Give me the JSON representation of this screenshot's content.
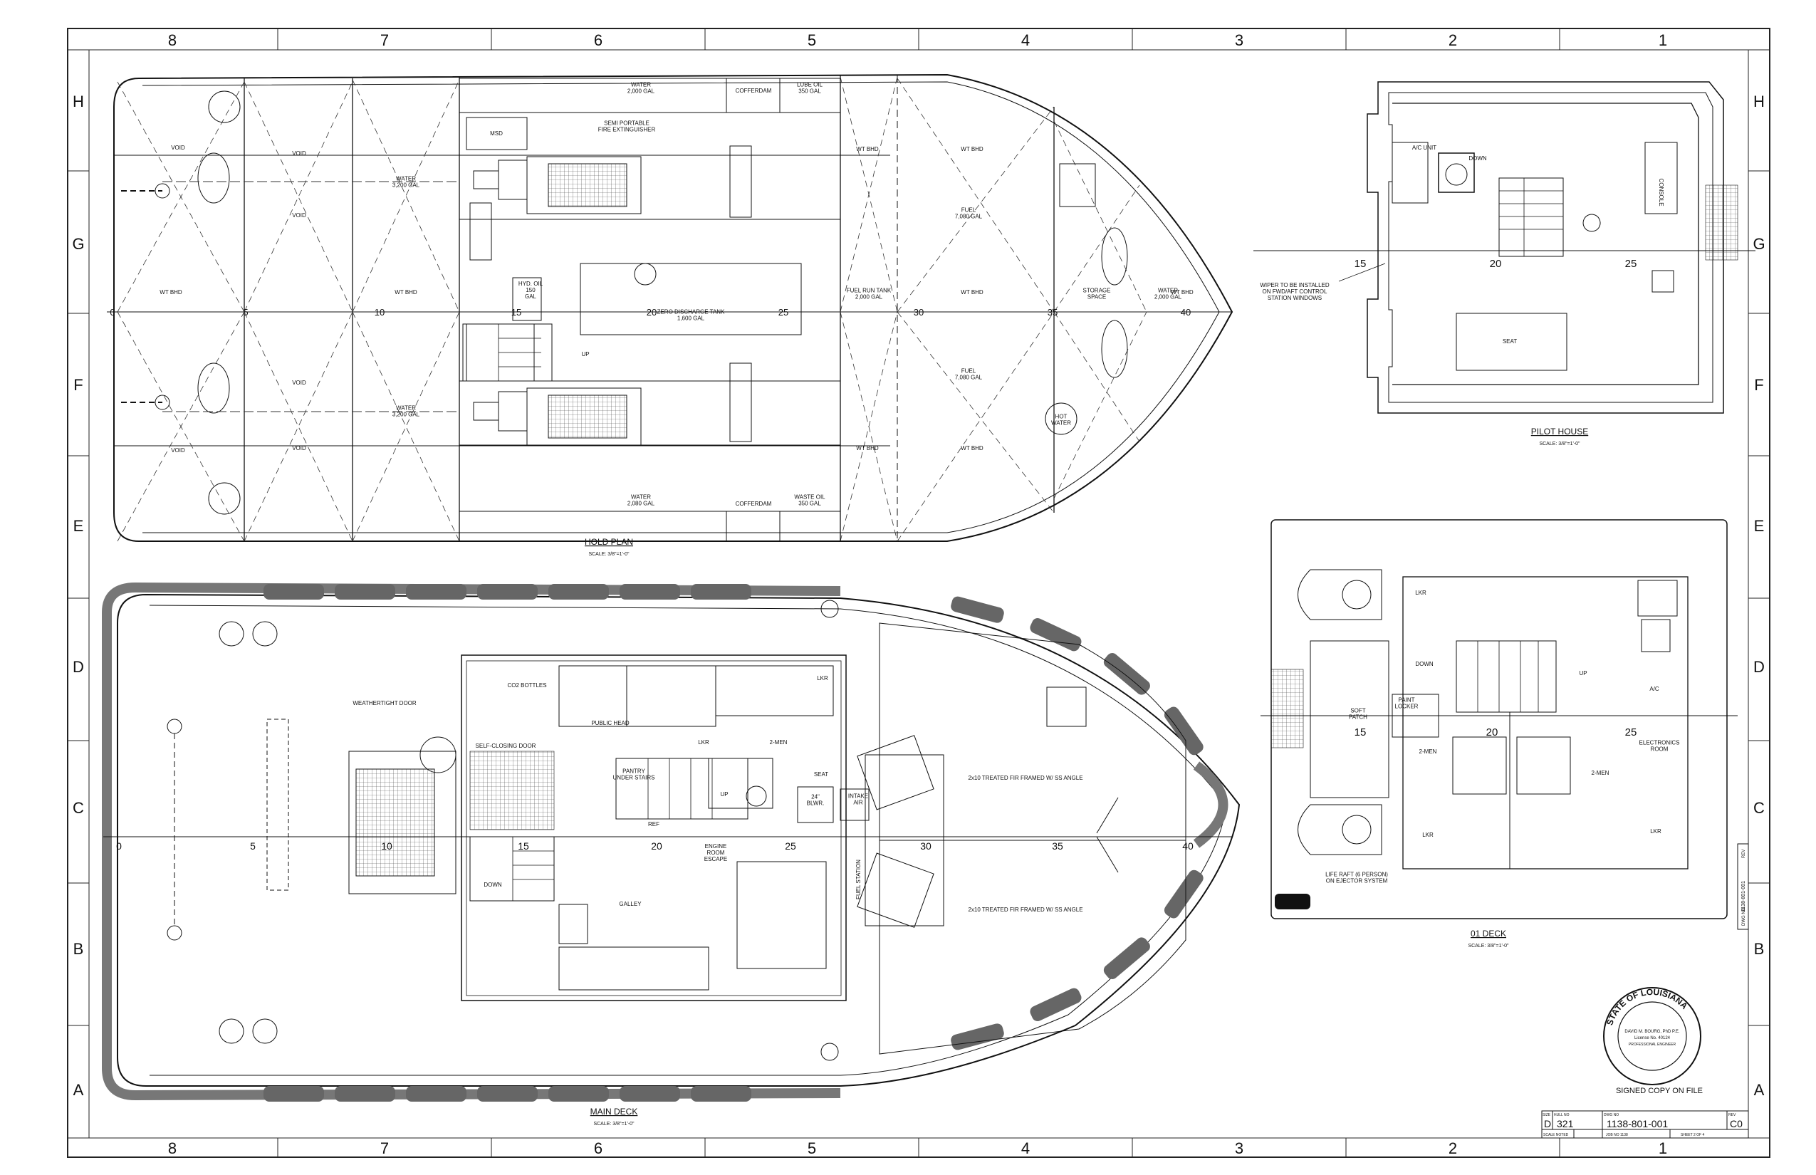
{
  "sheet": {
    "columns": [
      "8",
      "7",
      "6",
      "5",
      "4",
      "3",
      "2",
      "1"
    ],
    "rows": [
      "H",
      "G",
      "F",
      "E",
      "D",
      "C",
      "B",
      "A"
    ]
  },
  "views": {
    "hold_plan": {
      "title": "HOLD PLAN",
      "scale": "SCALE: 3/8\"=1'-0\"",
      "frames": [
        "0",
        "5",
        "10",
        "15",
        "20",
        "25",
        "30",
        "35",
        "40"
      ],
      "labels": {
        "water_2000_top": "WATER\n2,000 GAL",
        "cofferdam_top": "COFFERDAM",
        "lube_oil": "LUBE OIL\n350 GAL",
        "semi_portable": "SEMI PORTABLE\nFIRE EXTINGUISHER",
        "msd": "MSD",
        "void_top": "VOID",
        "void_mid_top": "VOID",
        "void_upper": "VOID",
        "void_lower": "VOID",
        "void_mid_bottom": "VOID",
        "void_bottom": "VOID",
        "water_3200_top": "WATER\n3,200 GAL",
        "water_3200_bottom": "WATER\n3,200 GAL",
        "hyd_oil": "HYD. OIL\n150\nGAL",
        "zero_discharge": "ZERO DISCHARGE TANK\n1,600 GAL",
        "up": "UP",
        "fuel_run_tank": "FUEL RUN TANK\n2,000 GAL",
        "fuel_top": "FUEL\n7,080 GAL",
        "fuel_bottom": "FUEL\n7,080 GAL",
        "storage_space": "STORAGE\nSPACE",
        "water_2000_bow": "WATER\n2,000 GAL",
        "hot_water": "HOT\nWATER",
        "water_2000_bottom": "WATER\n2,080 GAL",
        "cofferdam_bottom": "COFFERDAM",
        "waste_oil": "WASTE OIL\n350 GAL",
        "wt_bhd": "WT BHD"
      }
    },
    "pilot_house": {
      "title": "PILOT HOUSE",
      "scale": "SCALE: 3/8\"=1'-0\"",
      "frames": [
        "15",
        "20",
        "25"
      ],
      "labels": {
        "ac_unit": "A/C UNIT",
        "down": "DOWN",
        "console": "CONSOLE",
        "seat": "SEAT",
        "wiper_note": "WIPER TO BE INSTALLED\nON FWD/AFT CONTROL\nSTATION WINDOWS"
      }
    },
    "o1_deck": {
      "title": "01 DECK",
      "scale": "SCALE: 3/8\"=1'-0\"",
      "frames": [
        "15",
        "20",
        "25"
      ],
      "labels": {
        "lkr": "LKR",
        "down": "DOWN",
        "up": "UP",
        "ac": "A/C",
        "paint_locker": "PAINT\nLOCKER",
        "soft_patch": "SOFT\nPATCH",
        "two_men": "2-MEN",
        "electronics_room": "ELECTRONICS\nROOM",
        "life_raft": "LIFE RAFT (6 PERSON)\nON EJECTOR SYSTEM"
      }
    },
    "main_deck": {
      "title": "MAIN DECK",
      "scale": "SCALE: 3/8\"=1'-0\"",
      "frames": [
        "0",
        "5",
        "10",
        "15",
        "20",
        "25",
        "30",
        "35",
        "40"
      ],
      "labels": {
        "weathertight_door": "WEATHERTIGHT DOOR",
        "self_closing_door": "SELF-CLOSING DOOR",
        "co2_bottles": "CO2 BOTTLES",
        "public_head": "PUBLIC HEAD",
        "lkr": "LKR",
        "two_men": "2-MEN",
        "seat": "SEAT",
        "pantry": "PANTRY\nUNDER STAIRS",
        "up": "UP",
        "ref": "REF",
        "blwr": "24\"\nBLWR.",
        "intake_air": "INTAKE\nAIR",
        "engine_room_escape": "ENGINE\nROOM\nESCAPE",
        "down": "DOWN",
        "galley": "GALLEY",
        "fuel_station": "FUEL STATION",
        "treated_fir_1": "2x10 TREATED FIR FRAMED W/ SS ANGLE",
        "treated_fir_2": "2x10 TREATED FIR FRAMED W/ SS ANGLE"
      }
    }
  },
  "stamp": {
    "ring_text": "STATE OF LOUISIANA",
    "name": "DAVID M. BOURG, PhD P.E.",
    "license": "License No. 40124",
    "role": "PROFESSIONAL ENGINEER",
    "signed": "SIGNED COPY ON FILE"
  },
  "title_block": {
    "size_hdr": "SIZE",
    "size": "D",
    "hull_hdr": "HULL NO",
    "hull": "321",
    "dwg_hdr": "DWG NO",
    "dwg": "1138-801-001",
    "rev_hdr": "REV",
    "rev": "C0",
    "scale_note": "SCALE NOTED",
    "job_no": "JOB NO  1138",
    "sheet": "SHEET 2  OF  4",
    "side_dwg": "DWG NO",
    "side_dwg_no": "1138-801-001",
    "side_rev": "REV"
  }
}
